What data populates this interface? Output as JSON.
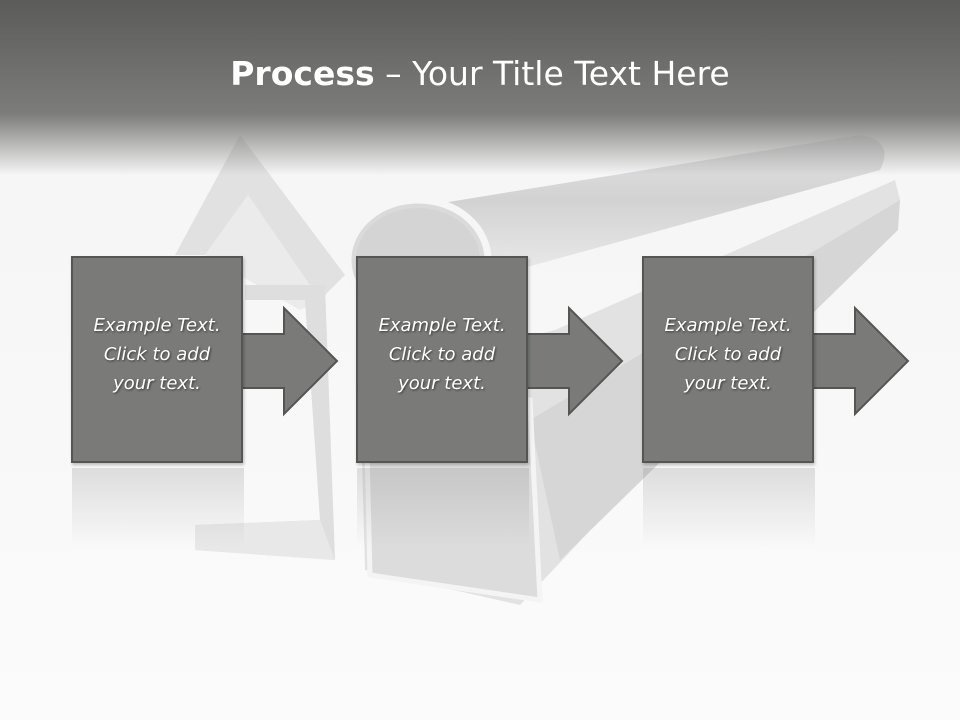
{
  "slide": {
    "title_bold": "Process",
    "title_rest": " – Your Title Text Here"
  },
  "steps": [
    {
      "line1": "Example Text.",
      "line2": "Click  to add",
      "line3": "your text."
    },
    {
      "line1": "Example Text.",
      "line2": "Click  to add",
      "line3": "your text."
    },
    {
      "line1": "Example Text.",
      "line2": "Click  to add",
      "line3": "your text."
    }
  ],
  "colors": {
    "header_top": "#5b5b5a",
    "box_fill": "#7a7b79",
    "box_border": "#555654",
    "text": "#ffffff"
  },
  "icons": [
    "right-arrow-icon"
  ]
}
